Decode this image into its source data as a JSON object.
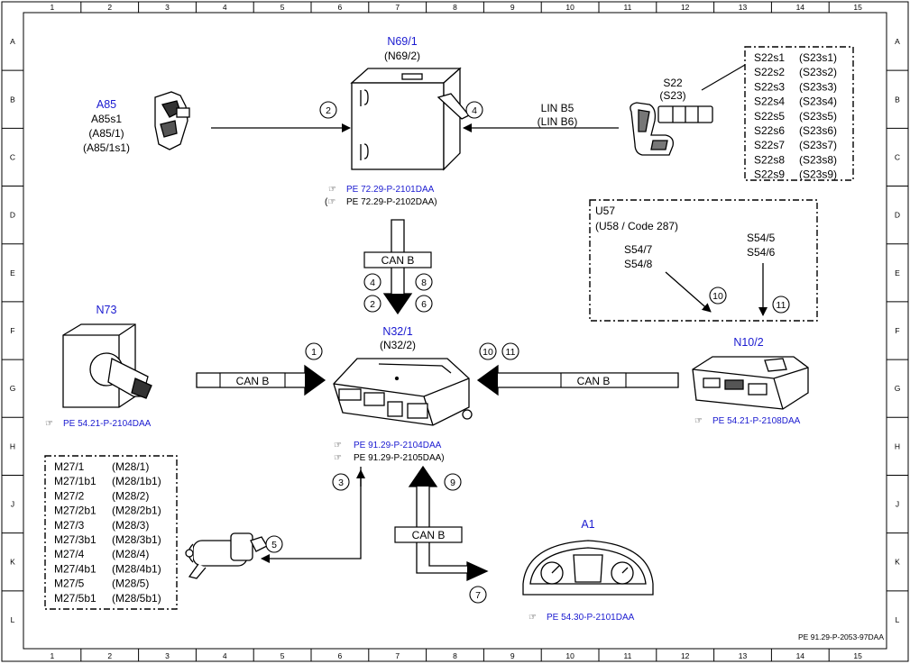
{
  "grid": {
    "cols": [
      "1",
      "2",
      "3",
      "4",
      "5",
      "6",
      "7",
      "8",
      "9",
      "10",
      "11",
      "12",
      "13",
      "14",
      "15"
    ],
    "rows": [
      "A",
      "B",
      "C",
      "D",
      "E",
      "F",
      "G",
      "H",
      "J",
      "K",
      "L"
    ]
  },
  "components": {
    "n69": {
      "title": "N69/1",
      "sub": "(N69/2)",
      "ref1": "PE 72.29-P-2101DAA",
      "ref2": "PE 72.29-P-2102DAA)"
    },
    "a85": {
      "title": "A85",
      "l1": "A85s1",
      "l2": "(A85/1)",
      "l3": "(A85/1s1)"
    },
    "s22": {
      "title": "S22",
      "sub": "(S23)",
      "bus1": "LIN B5",
      "bus2": "(LIN B6)",
      "switches": [
        [
          "S22s1",
          "(S23s1)"
        ],
        [
          "S22s2",
          "(S23s2)"
        ],
        [
          "S22s3",
          "(S23s3)"
        ],
        [
          "S22s4",
          "(S23s4)"
        ],
        [
          "S22s5",
          "(S23s5)"
        ],
        [
          "S22s6",
          "(S23s6)"
        ],
        [
          "S22s7",
          "(S23s7)"
        ],
        [
          "S22s8",
          "(S23s8)"
        ],
        [
          "S22s9",
          "(S23s9)"
        ]
      ]
    },
    "u57": {
      "title": "U57",
      "sub": "(U58 /  Code 287)",
      "a1": "S54/7",
      "a2": "S54/8",
      "b1": "S54/5",
      "b2": "S54/6"
    },
    "n73": {
      "title": "N73",
      "bus": "CAN B",
      "ref": "PE 54.21-P-2104DAA"
    },
    "n32": {
      "title": "N32/1",
      "sub": "(N32/2)",
      "ref1": "PE 91.29-P-2104DAA",
      "ref2": "PE 91.29-P-2105DAA)"
    },
    "n10": {
      "title": "N10/2",
      "bus": "CAN B",
      "ref": "PE 54.21-P-2108DAA"
    },
    "canb_top": "CAN B",
    "canb_bottom": "CAN B",
    "a1": {
      "title": "A1",
      "ref": "PE 54.30-P-2101DAA"
    },
    "motors": {
      "rows": [
        [
          "M27/1",
          "(M28/1)"
        ],
        [
          "M27/1b1",
          "(M28/1b1)"
        ],
        [
          "M27/2",
          "(M28/2)"
        ],
        [
          "M27/2b1",
          "(M28/2b1)"
        ],
        [
          "M27/3",
          "(M28/3)"
        ],
        [
          "M27/3b1",
          "(M28/3b1)"
        ],
        [
          "M27/4",
          "(M28/4)"
        ],
        [
          "M27/4b1",
          "(M28/4b1)"
        ],
        [
          "M27/5",
          "(M28/5)"
        ],
        [
          "M27/5b1",
          "(M28/5b1)"
        ]
      ]
    }
  },
  "callouts": {
    "c1": "1",
    "c2": "2",
    "c3": "3",
    "c4": "4",
    "c5": "5",
    "c6": "6",
    "c7": "7",
    "c8": "8",
    "c9": "9",
    "c10": "10",
    "c11": "11"
  },
  "footer": "PE 91.29-P-2053-97DAA"
}
